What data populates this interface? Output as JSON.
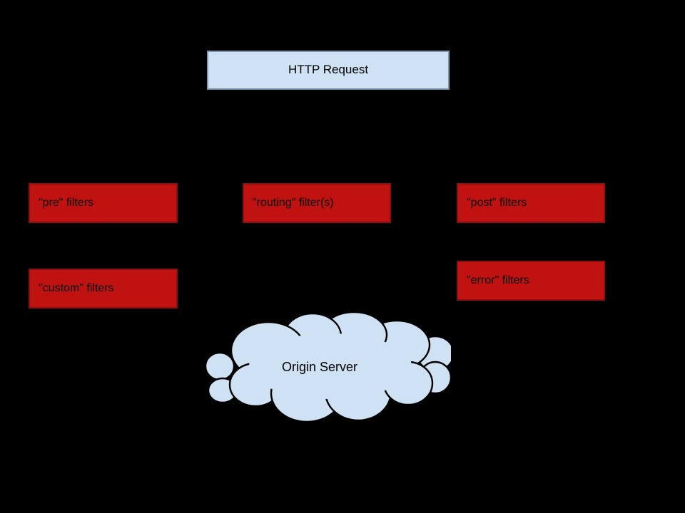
{
  "diagram": {
    "background": "#000000",
    "nodes": {
      "http_request": {
        "label": "HTTP Request",
        "shape": "rectangle",
        "fill": "#cfe2f3",
        "border": "#7e96ac",
        "text_color": "#000000"
      },
      "pre_filters": {
        "label": "\"pre\" filters",
        "shape": "rectangle",
        "fill": "#c11212",
        "border": "#8e0f0f",
        "text_color": "#000000"
      },
      "routing_filters": {
        "label": "\"routing\" filter(s)",
        "shape": "rectangle",
        "fill": "#c11212",
        "border": "#8e0f0f",
        "text_color": "#000000"
      },
      "post_filters": {
        "label": "\"post\" filters",
        "shape": "rectangle",
        "fill": "#c11212",
        "border": "#8e0f0f",
        "text_color": "#000000"
      },
      "custom_filters": {
        "label": "\"custom\" filters",
        "shape": "rectangle",
        "fill": "#c11212",
        "border": "#8e0f0f",
        "text_color": "#000000"
      },
      "error_filters": {
        "label": "\"error\" filters",
        "shape": "rectangle",
        "fill": "#c11212",
        "border": "#8e0f0f",
        "text_color": "#000000"
      },
      "origin_server": {
        "label": "Origin Server",
        "shape": "cloud",
        "fill": "#cfe2f3",
        "stroke": "#000000",
        "text_color": "#000000"
      }
    }
  }
}
